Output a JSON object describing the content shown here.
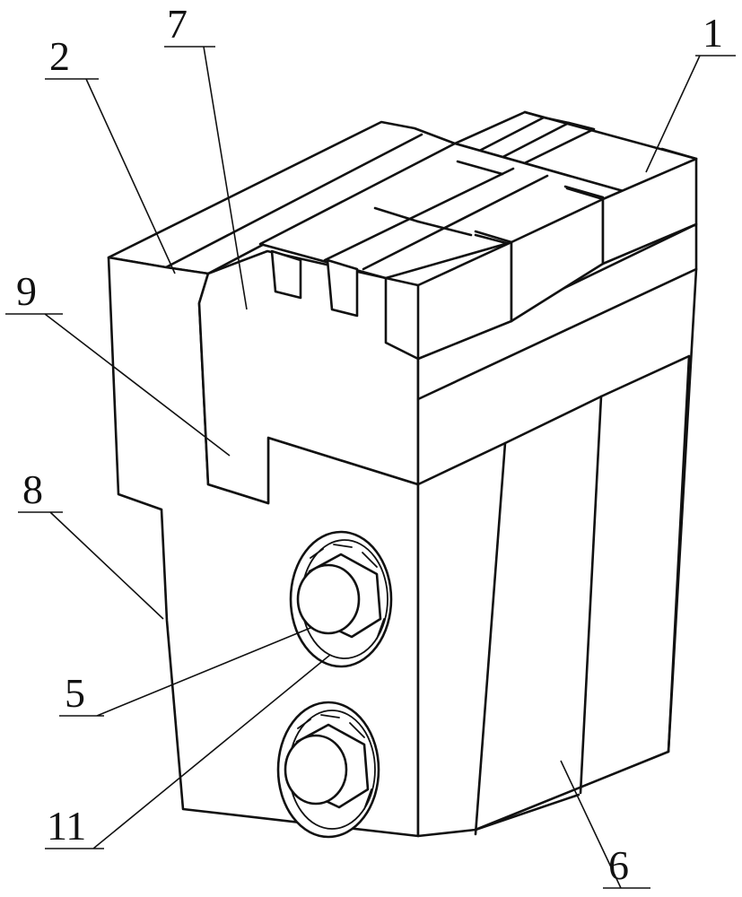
{
  "labels": {
    "l1": "1",
    "l2": "2",
    "l5": "5",
    "l6": "6",
    "l7": "7",
    "l8": "8",
    "l9": "9",
    "l11": "11"
  }
}
